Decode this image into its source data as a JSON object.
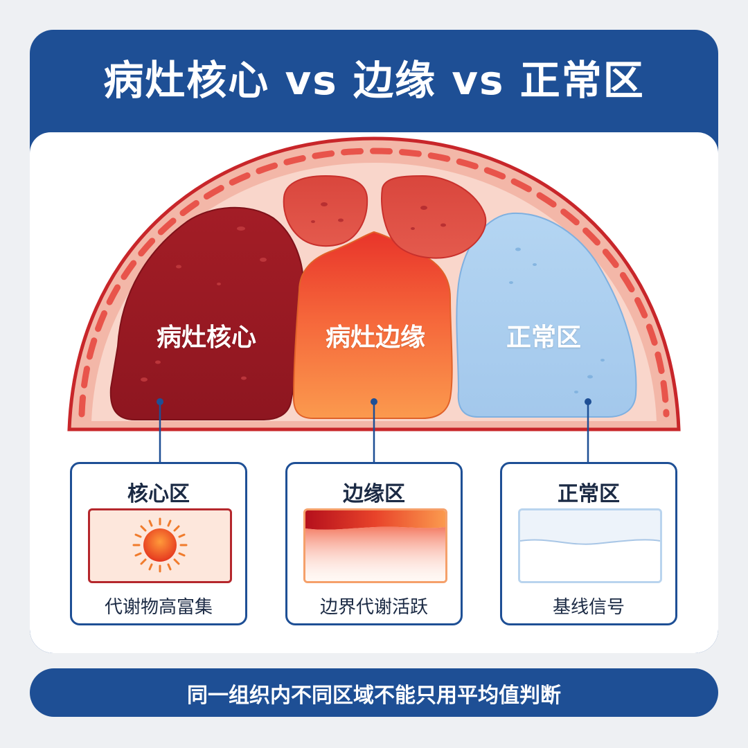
{
  "header": {
    "title": "病灶核心 vs 边缘 vs 正常区"
  },
  "regions": [
    {
      "label": "病灶核心",
      "color": "#9b1b24"
    },
    {
      "label": "病灶边缘",
      "color": "#f06a2c"
    },
    {
      "label": "正常区",
      "color": "#a9cdef"
    }
  ],
  "panels": [
    {
      "title": "核心区",
      "description": "代谢物高富集",
      "icon": "sun-icon"
    },
    {
      "title": "边缘区",
      "description": "边界代谢活跃",
      "icon": "gradient-wave"
    },
    {
      "title": "正常区",
      "description": "基线信号",
      "icon": "flat-wave"
    }
  ],
  "footer": {
    "text": "同一组织内不同区域不能只用平均值判断"
  },
  "colors": {
    "brand_blue": "#1e4f95",
    "tissue_red": "#d33a3a",
    "tissue_pink": "#f7d2c6"
  }
}
